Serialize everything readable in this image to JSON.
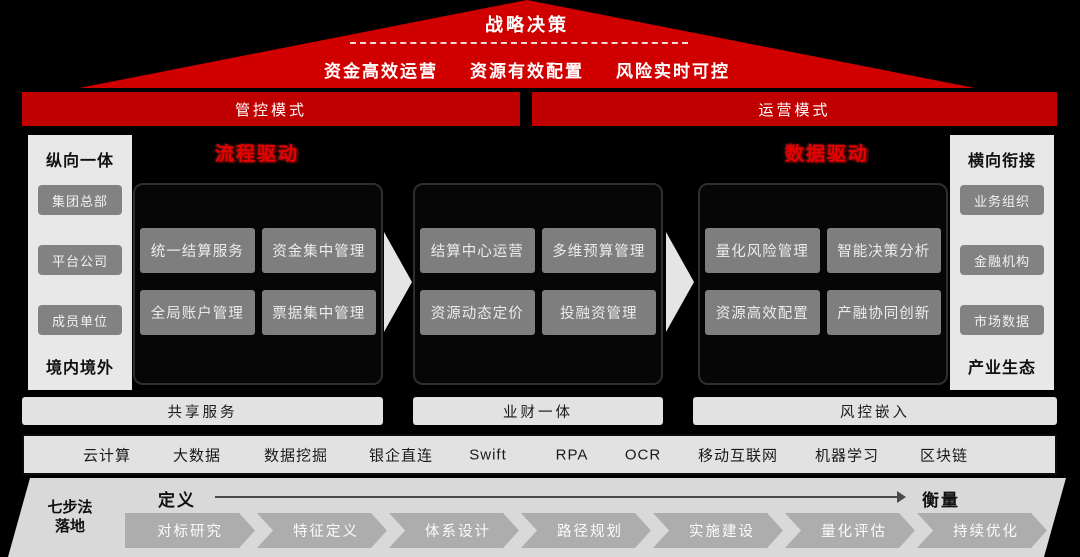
{
  "roof": {
    "title": "战略决策",
    "keywords": [
      "资金高效运营",
      "资源有效配置",
      "风险实时可控"
    ]
  },
  "mode_bar": {
    "left": "管控模式",
    "right": "运营模式"
  },
  "left_sidebar": {
    "header": "纵向一体",
    "items": [
      "集团总部",
      "平台公司",
      "成员单位"
    ],
    "footer": "境内境外"
  },
  "right_sidebar": {
    "header": "横向衔接",
    "items": [
      "业务组织",
      "金融机构",
      "市场数据"
    ],
    "footer": "产业生态"
  },
  "drivers": {
    "left": "流程驱动",
    "right": "数据驱动"
  },
  "panels": [
    {
      "boxes": [
        "统一结算服务",
        "资金集中管理",
        "全局账户管理",
        "票据集中管理"
      ]
    },
    {
      "boxes": [
        "结算中心运营",
        "多维预算管理",
        "资源动态定价",
        "投融资管理"
      ]
    },
    {
      "boxes": [
        "量化风险管理",
        "智能决策分析",
        "资源高效配置",
        "产融协同创新"
      ]
    }
  ],
  "service_bars": [
    "共享服务",
    "业财一体",
    "风控嵌入"
  ],
  "tech_bar": {
    "items": [
      "云计算",
      "大数据",
      "数据挖掘",
      "银企直连",
      "Swift",
      "RPA",
      "OCR",
      "移动互联网",
      "机器学习",
      "区块链"
    ]
  },
  "bottom": {
    "title_line1": "七步法",
    "title_line2": "落地",
    "define_label": "定义",
    "measure_label": "衡量",
    "steps": [
      "对标研究",
      "特征定义",
      "体系设计",
      "路径规划",
      "实施建设",
      "量化评估",
      "持续优化"
    ]
  },
  "colors": {
    "roof_red": "#d10000",
    "bar_red": "#c00000",
    "driver_red": "#e60000",
    "box_gray": "#7e7e7e",
    "panel_light": "#e8e8e8",
    "band_gray": "#d9d9d9",
    "chevron_gray": "#adadad",
    "background": "#000000"
  }
}
